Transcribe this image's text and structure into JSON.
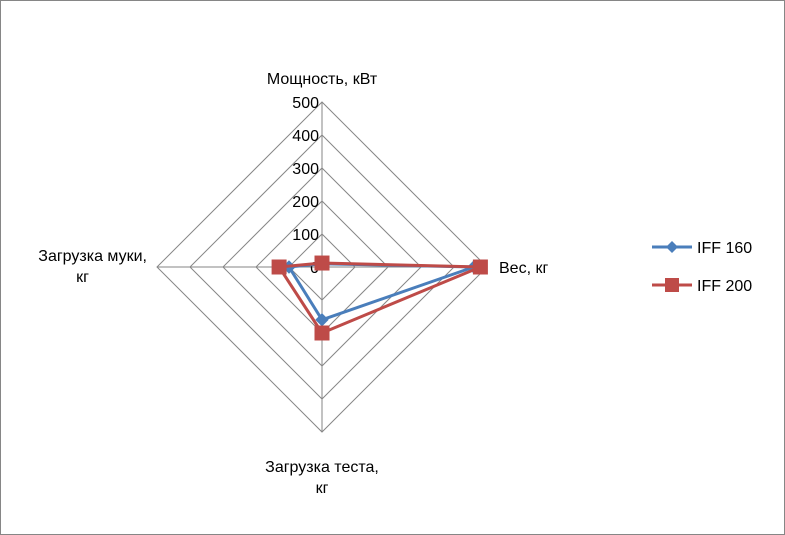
{
  "chart_data": {
    "type": "radar",
    "title": "",
    "axes": [
      {
        "label_lines": [
          "Мощность, кВт"
        ]
      },
      {
        "label_lines": [
          "Вес, кг"
        ]
      },
      {
        "label_lines": [
          "Загрузка теста,",
          "кг"
        ]
      },
      {
        "label_lines": [
          "Загрузка муки,",
          "кг"
        ]
      }
    ],
    "rlim": [
      0,
      500
    ],
    "ticks": [
      "0",
      "100",
      "200",
      "300",
      "400",
      "500"
    ],
    "tick_values": [
      0,
      100,
      200,
      300,
      400,
      500
    ],
    "grid": true,
    "legend_position": "right",
    "series": [
      {
        "name": "IFF 160",
        "values": [
          10,
          460,
          160,
          100
        ],
        "color": "#4A7EBB",
        "marker": "diamond"
      },
      {
        "name": "IFF 200",
        "values": [
          12,
          480,
          200,
          130
        ],
        "color": "#BE4B48",
        "marker": "square"
      }
    ]
  }
}
